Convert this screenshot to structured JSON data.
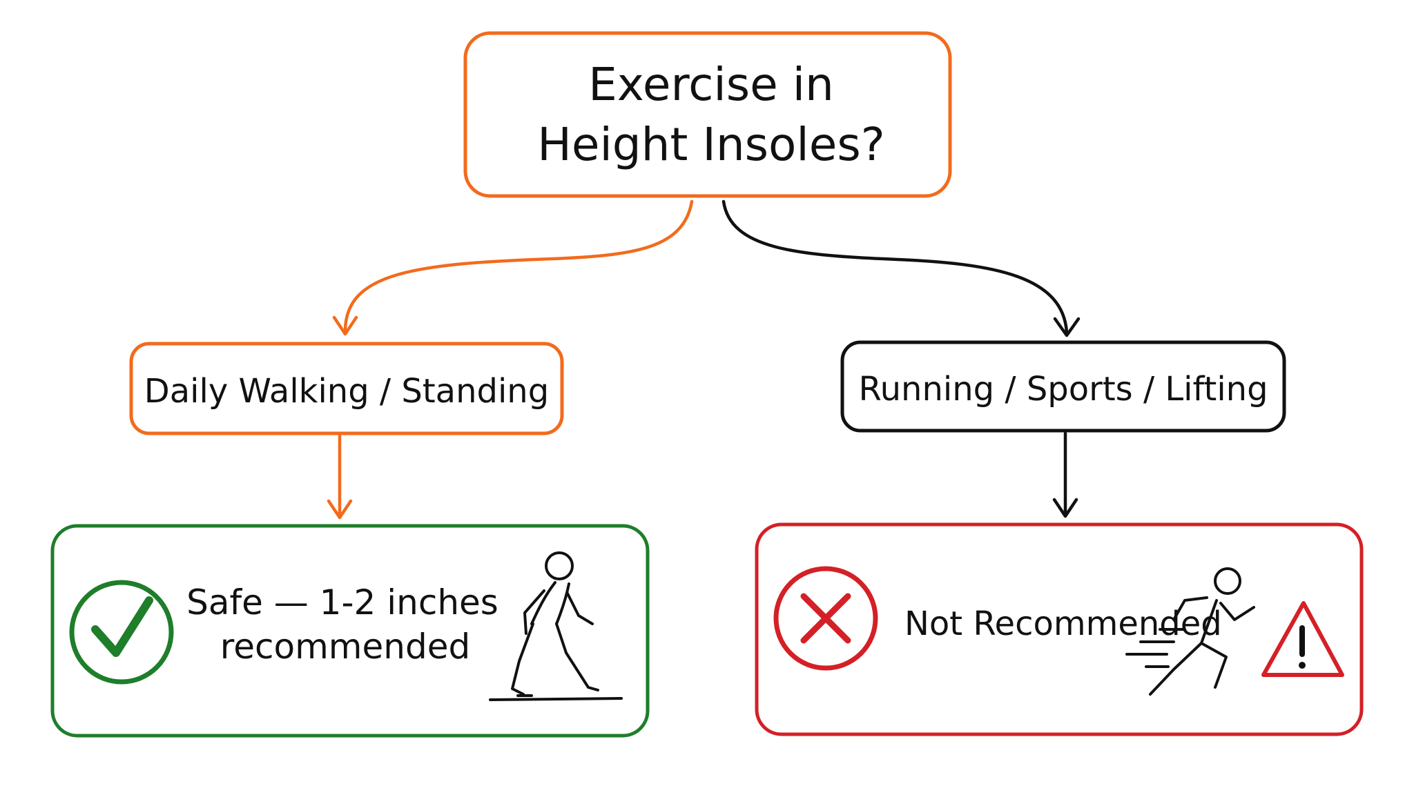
{
  "colors": {
    "orange": "#F26B1D",
    "black": "#111111",
    "green": "#1E7E2A",
    "red": "#D42026",
    "background": "#FFFFFF"
  },
  "question": {
    "line1": "Exercise in",
    "line2": "Height Insoles?"
  },
  "left_branch": {
    "label": "Daily Walking / Standing",
    "result": {
      "line1": "Safe — 1-2 inches",
      "line2": "recommended",
      "status_icon": "check-circle-icon",
      "figure_icon": "walking-person-icon"
    }
  },
  "right_branch": {
    "label": "Running / Sports / Lifting",
    "result": {
      "line1": "Not Recommended",
      "status_icon": "x-circle-icon",
      "figure_icon": "running-person-icon",
      "warning_icon": "warning-triangle-icon"
    }
  }
}
